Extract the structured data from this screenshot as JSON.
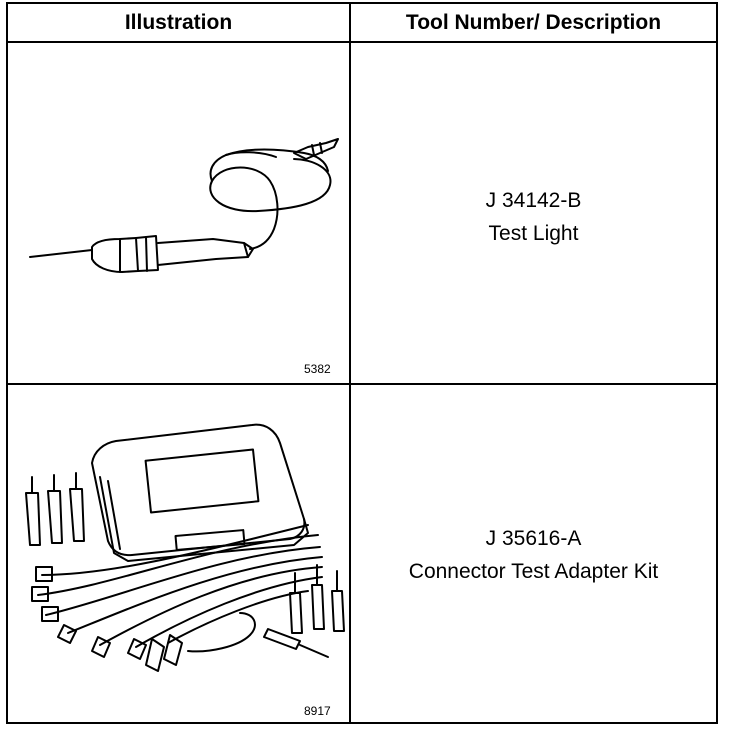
{
  "header": {
    "illustration": "Illustration",
    "description": "Tool Number/ Description"
  },
  "rows": [
    {
      "figure_number": "5382",
      "tool_number": "J 34142-B",
      "description": "Test Light"
    },
    {
      "figure_number": "8917",
      "tool_number": "J 35616-A",
      "description": "Connector Test Adapter Kit"
    }
  ]
}
